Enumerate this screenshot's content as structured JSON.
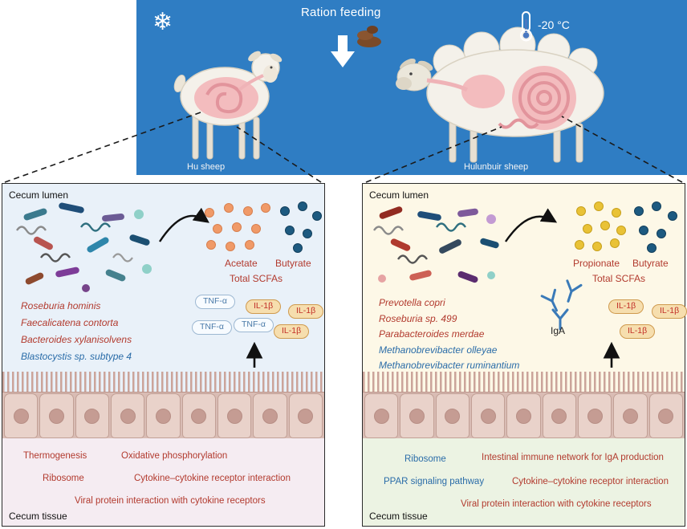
{
  "colors": {
    "top_panel_bg": "#2f7dc3",
    "left_panel_bg": "#e9f1f9",
    "left_tissue_bg": "#f5ecf2",
    "right_panel_bg": "#fdf8e7",
    "right_tissue_bg": "#ecf3e3",
    "red_text": "#b23a2e",
    "blue_text": "#2a6ca8",
    "acetate_dot": "#f09a68",
    "butyrate_dot": "#1d5a80",
    "propionate_dot": "#e9c236",
    "il1b_pill_bg": "#f6deae",
    "epithelial_cell": "#e9d2ca"
  },
  "icons": {
    "snowflake": "❄"
  },
  "top_panel": {
    "title": "Ration feeding",
    "temperature_label": "-20 °C",
    "hu_sheep_label": "Hu sheep",
    "hulunbuir_sheep_label": "Hulunbuir sheep"
  },
  "left_panel": {
    "lumen_label": "Cecum lumen",
    "tissue_label": "Cecum tissue",
    "metabolites": {
      "acetate": "Acetate",
      "butyrate": "Butyrate",
      "total_scfas": "Total SCFAs"
    },
    "bacteria": [
      {
        "name": "Roseburia hominis",
        "color": "red"
      },
      {
        "name": "Faecalicatena contorta",
        "color": "red"
      },
      {
        "name": "Bacteroides xylanisolvens",
        "color": "red"
      },
      {
        "name": "Blastocystis sp. subtype 4",
        "color": "blue"
      }
    ],
    "cytokine_pills": [
      {
        "label": "TNF-α",
        "type": "tnf"
      },
      {
        "label": "IL-1β",
        "type": "il1b"
      },
      {
        "label": "IL-1β",
        "type": "il1b"
      },
      {
        "label": "TNF-α",
        "type": "tnf"
      },
      {
        "label": "TNF-α",
        "type": "tnf"
      },
      {
        "label": "IL-1β",
        "type": "il1b"
      }
    ],
    "pathways": [
      {
        "text": "Thermogenesis",
        "color": "red"
      },
      {
        "text": "Oxidative phosphorylation",
        "color": "red"
      },
      {
        "text": "Ribosome",
        "color": "red"
      },
      {
        "text": "Cytokine–cytokine receptor interaction",
        "color": "red"
      },
      {
        "text": "Viral protein interaction with cytokine receptors",
        "color": "red"
      }
    ]
  },
  "right_panel": {
    "lumen_label": "Cecum lumen",
    "tissue_label": "Cecum tissue",
    "iga_label": "IgA",
    "metabolites": {
      "propionate": "Propionate",
      "butyrate": "Butyrate",
      "total_scfas": "Total SCFAs"
    },
    "bacteria": [
      {
        "name": "Prevotella copri",
        "color": "red"
      },
      {
        "name": "Roseburia sp. 499",
        "color": "red"
      },
      {
        "name": "Parabacteroides merdae",
        "color": "red"
      },
      {
        "name": "Methanobrevibacter olleyae",
        "color": "blue"
      },
      {
        "name": "Methanobrevibacter ruminantium",
        "color": "blue"
      }
    ],
    "cytokine_pills": [
      {
        "label": "IL-1β",
        "type": "il1b"
      },
      {
        "label": "IL-1β",
        "type": "il1b"
      },
      {
        "label": "IL-1β",
        "type": "il1b"
      }
    ],
    "pathways": [
      {
        "text": "Ribosome",
        "color": "blue"
      },
      {
        "text": "Intestinal immune network for IgA production",
        "color": "red"
      },
      {
        "text": "PPAR signaling pathway",
        "color": "blue"
      },
      {
        "text": "Cytokine–cytokine receptor interaction",
        "color": "red"
      },
      {
        "text": "Viral protein interaction with cytokine receptors",
        "color": "red"
      }
    ]
  }
}
